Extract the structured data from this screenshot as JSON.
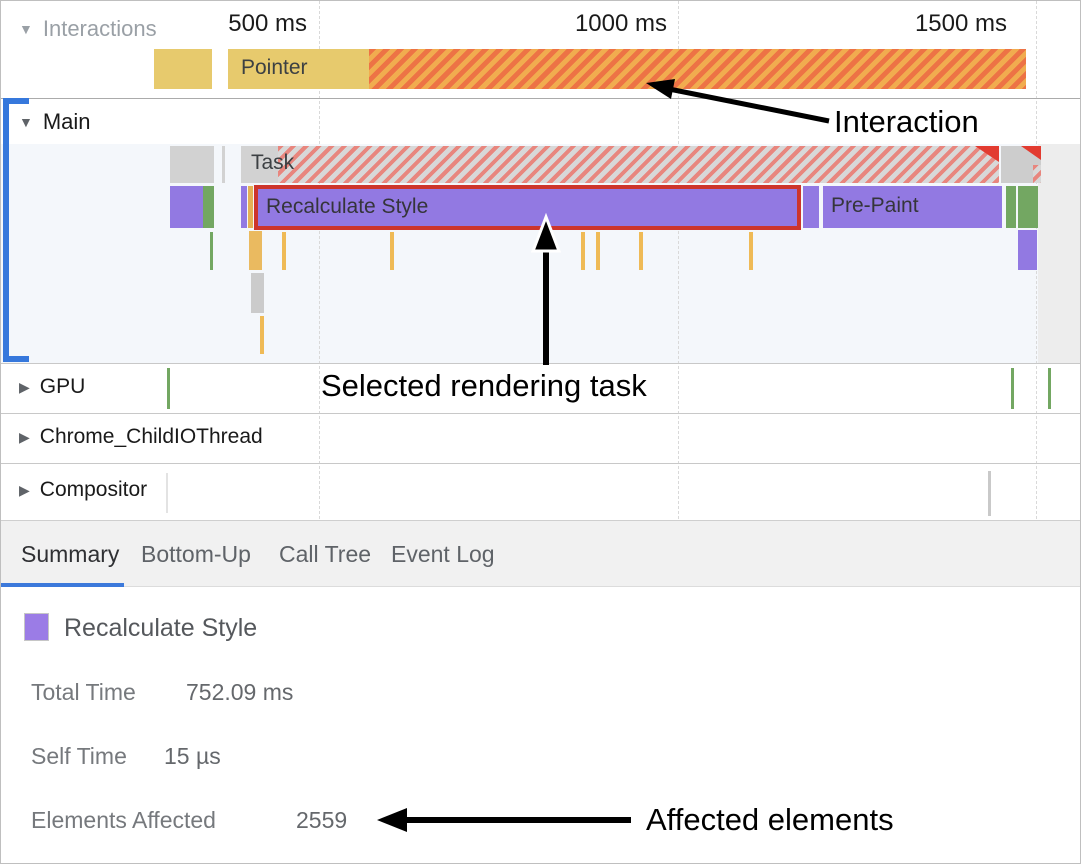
{
  "ruler": {
    "ticks": [
      {
        "label": "500 ms"
      },
      {
        "label": "1000 ms"
      },
      {
        "label": "1500 ms"
      }
    ]
  },
  "tracks": {
    "interactions": {
      "name": "Interactions",
      "pointer": "Pointer"
    },
    "main": {
      "name": "Main",
      "task": "Task",
      "selected_event": "Recalculate Style",
      "prepaint": "Pre-Paint"
    },
    "gpu": {
      "name": "GPU"
    },
    "chrome_child_io_thread": {
      "name": "Chrome_ChildIOThread"
    },
    "compositor": {
      "name": "Compositor"
    }
  },
  "annotations": {
    "interaction": "Interaction",
    "selected_task": "Selected rendering task",
    "affected_elements": "Affected elements"
  },
  "tabs": {
    "items": [
      {
        "label": "Summary",
        "selected": true
      },
      {
        "label": "Bottom-Up",
        "selected": false
      },
      {
        "label": "Call Tree",
        "selected": false
      },
      {
        "label": "Event Log",
        "selected": false
      }
    ]
  },
  "summary": {
    "title": "Recalculate Style",
    "rows": [
      {
        "label": "Total Time",
        "value": "752.09 ms"
      },
      {
        "label": "Self Time",
        "value": "15 µs"
      },
      {
        "label": "Elements Affected",
        "value": "2559"
      }
    ]
  },
  "colors": {
    "selection_red": "#cd352c",
    "event_purple": "#9279e2",
    "gpu_green": "#73a762",
    "interaction_yellow": "#e7ca6d",
    "interaction_orange": "#ed7345",
    "tab_accent": "#3c79db",
    "bracket_blue": "#3678dc"
  }
}
